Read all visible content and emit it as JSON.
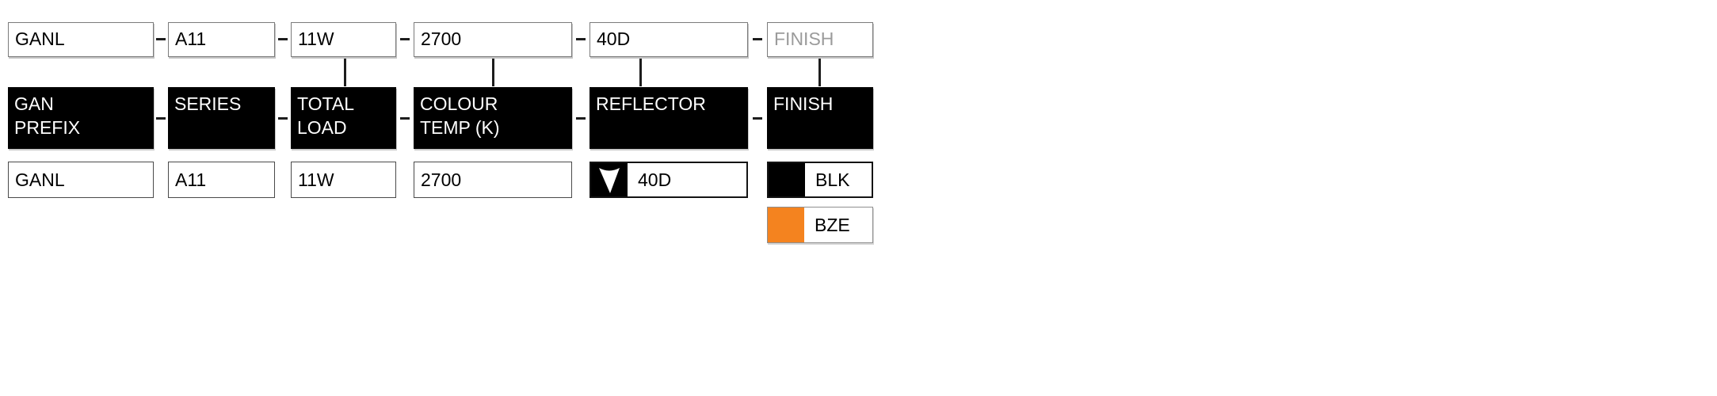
{
  "builder": {
    "code_row": {
      "gan_prefix": "GANL",
      "series": "A11",
      "total_load": "11W",
      "colour_temp": "2700",
      "reflector": "40D",
      "finish_placeholder": "FINISH"
    },
    "headers": {
      "gan_prefix": "GAN\nPREFIX",
      "series": "SERIES",
      "total_load": "TOTAL\nLOAD",
      "colour_temp": "COLOUR\nTEMP (K)",
      "reflector": "REFLECTOR",
      "finish": "FINISH"
    },
    "options": {
      "gan_prefix": "GANL",
      "series": "A11",
      "total_load": "11W",
      "colour_temp": "2700",
      "reflector": "40D",
      "finish": [
        {
          "label": "BLK",
          "swatch": "#000000"
        },
        {
          "label": "BZE",
          "swatch": "#F4831F"
        }
      ]
    },
    "colors": {
      "header_bg": "#000000",
      "header_text": "#FFFFFF",
      "placeholder_text": "#9B9B9B",
      "swatch_black": "#000000",
      "swatch_bronze": "#F4831F"
    },
    "icons": {
      "reflector_beam": "beam-angle-icon"
    }
  }
}
